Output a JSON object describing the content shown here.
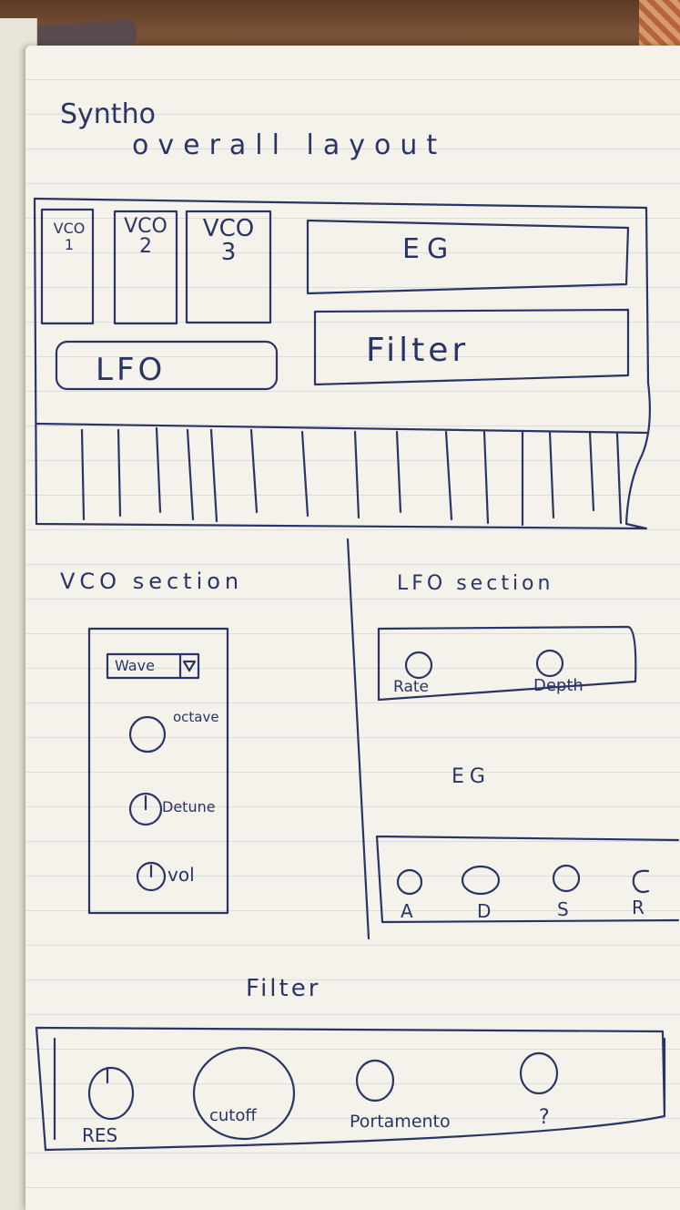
{
  "page": {
    "title": "Syntho",
    "subtitle": "overall layout"
  },
  "overview": {
    "vco1": "VCO 1",
    "vco2": "VCO 2",
    "vco3": "VCO 3",
    "eg": "EG",
    "lfo": "LFO",
    "filter": "Filter"
  },
  "vco_section": {
    "title": "VCO section",
    "wave_select": "Wave",
    "knobs": [
      "octave",
      "Detune",
      "vol"
    ]
  },
  "lfo_section": {
    "title": "LFO section",
    "knobs": [
      "Rate",
      "Depth"
    ]
  },
  "eg_section": {
    "title": "EG",
    "knobs": [
      "A",
      "D",
      "S",
      "R"
    ]
  },
  "filter_section": {
    "title": "Filter",
    "knobs": [
      "RES",
      "cutoff",
      "Portamento",
      "?"
    ]
  },
  "colors": {
    "ink": "#2a3566",
    "paper": "#f4f2ea",
    "rule": "#d9dde0",
    "wood": "#6b4b34"
  }
}
